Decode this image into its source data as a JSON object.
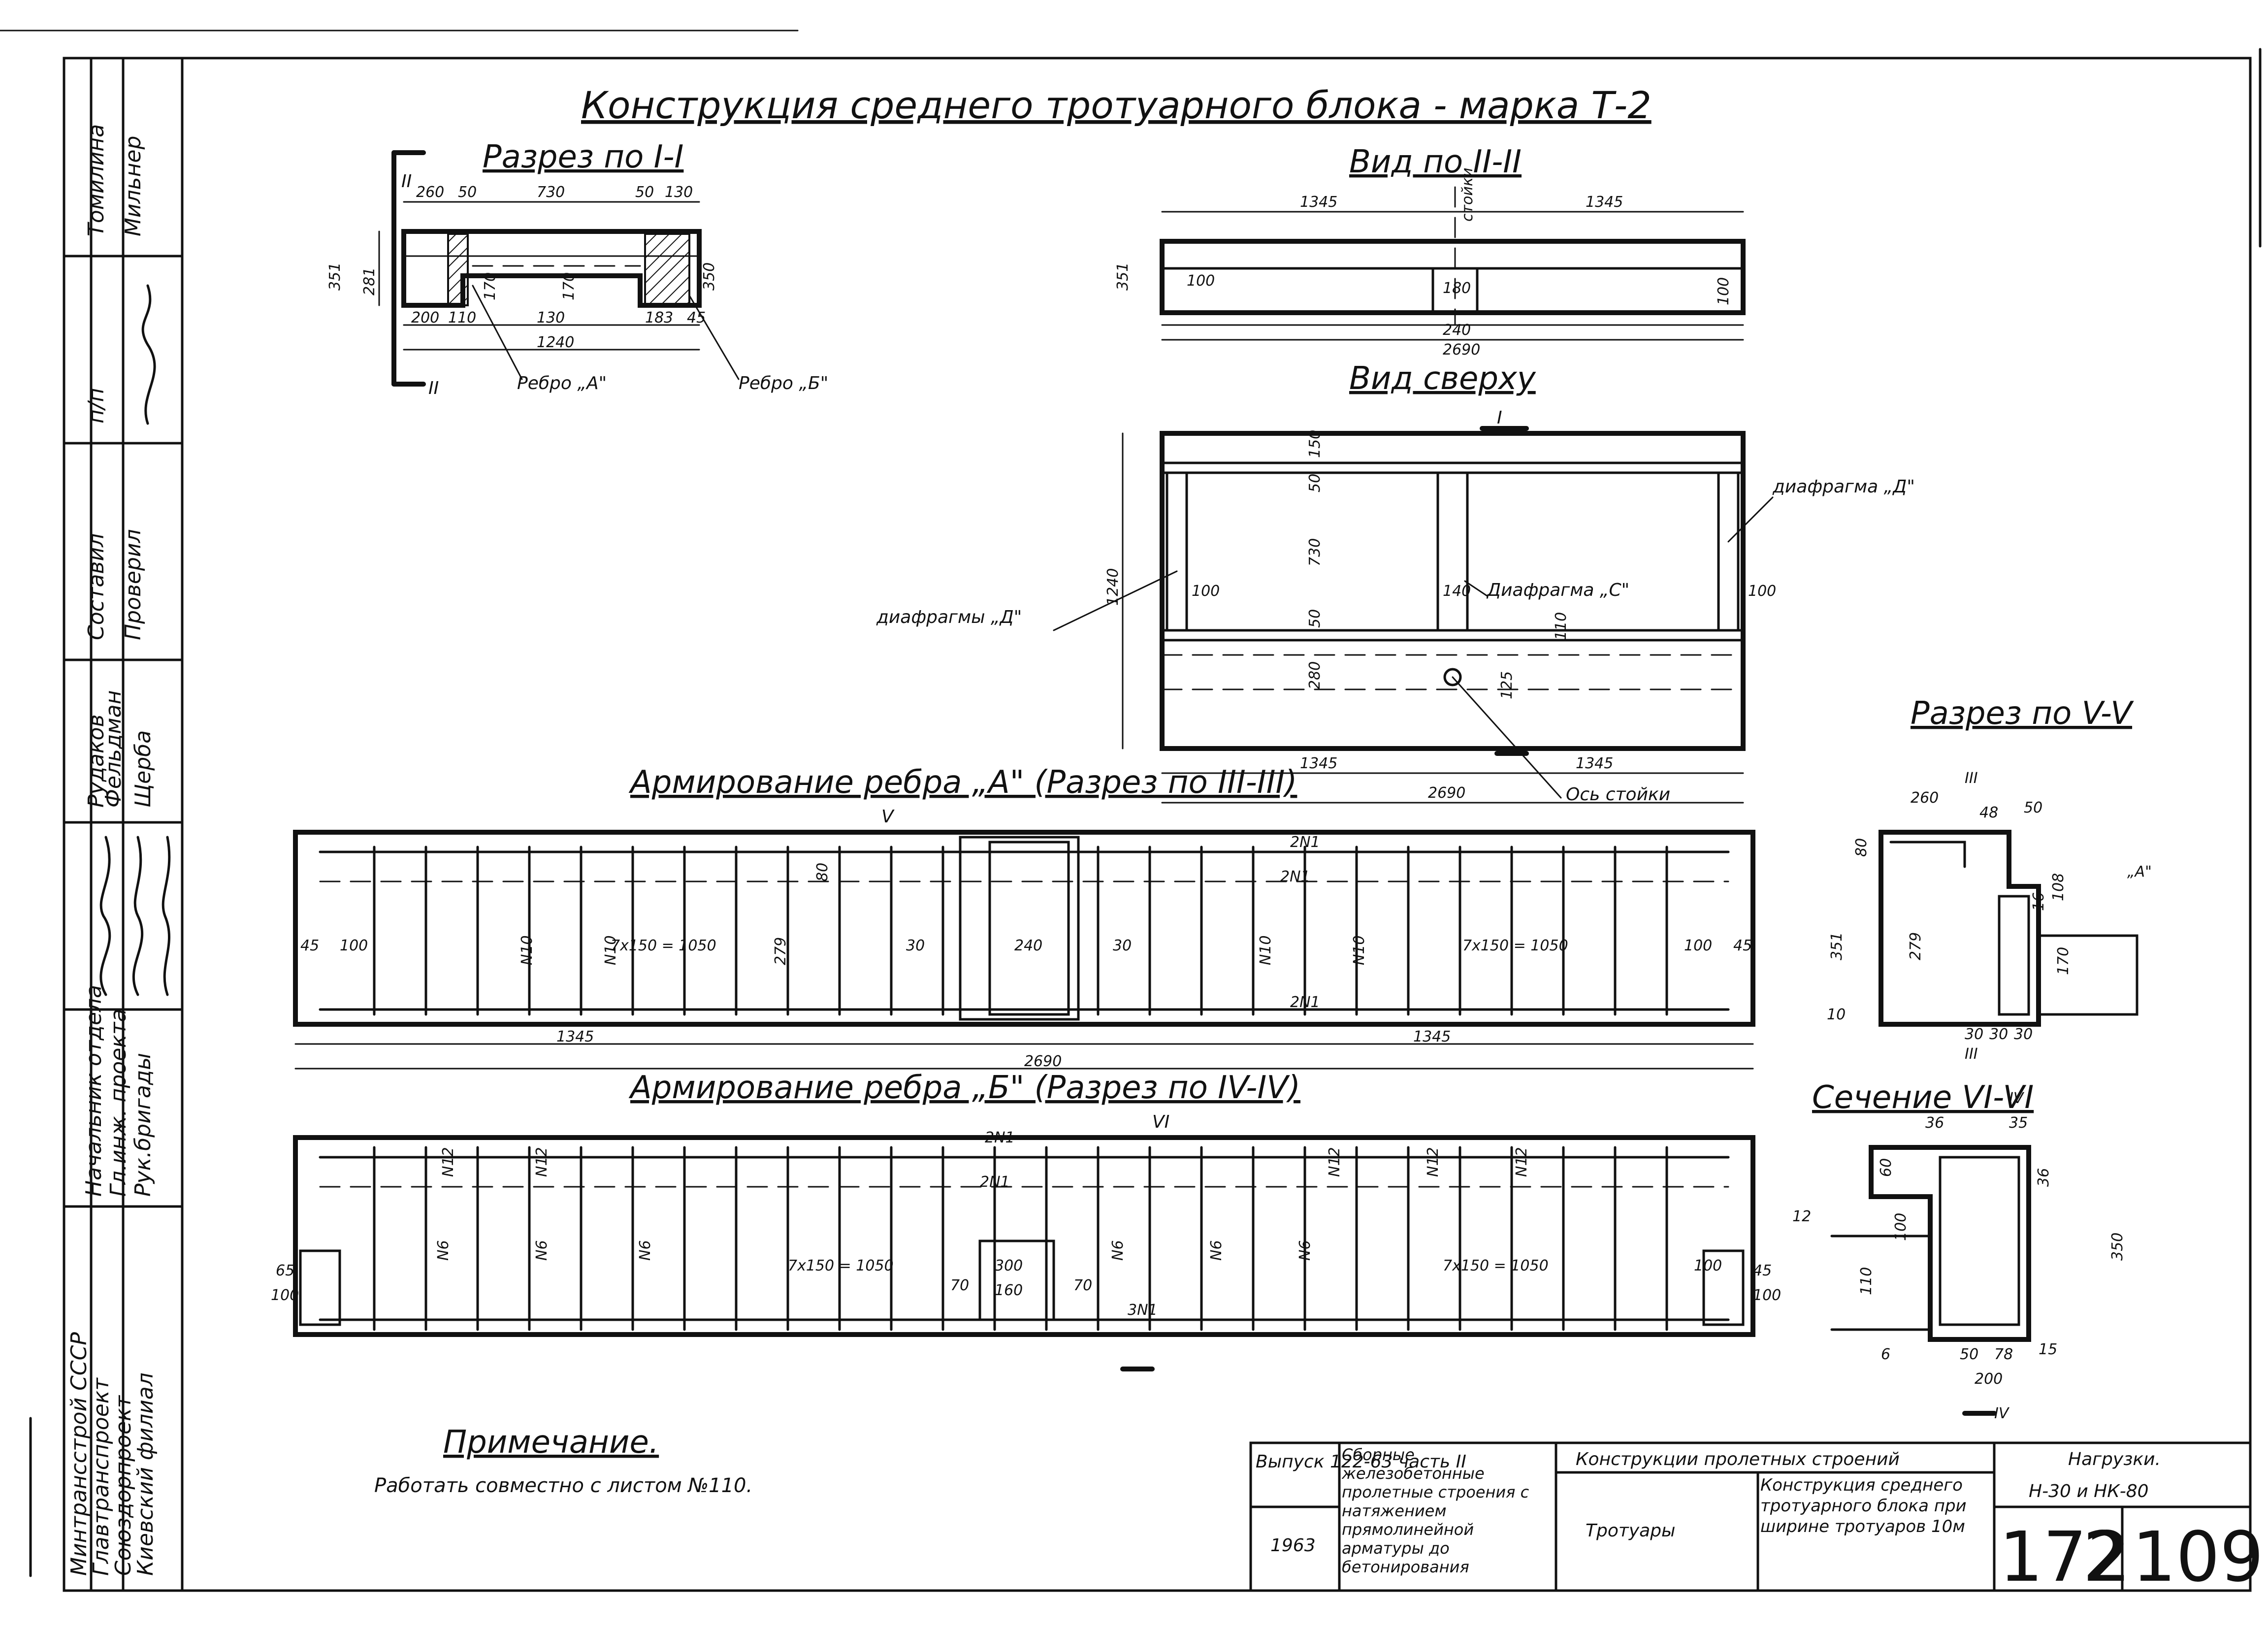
{
  "title": "Конструкция среднего тротуарного блока - марка Т-2",
  "views": {
    "section_1": {
      "title": "Разрез по I-I",
      "dims": [
        "260",
        "50",
        "730",
        "50",
        "130",
        "351",
        "281",
        "170",
        "170",
        "350",
        "200",
        "110",
        "130",
        "183",
        "45",
        "1240"
      ],
      "rib_a": "Ребро „A\"",
      "rib_b": "Ребро „Б\"",
      "marker_top": "II",
      "marker_bottom": "II"
    },
    "view_2": {
      "title": "Вид по II-II",
      "dims": [
        "1345",
        "1345",
        "стойки",
        "351",
        "100",
        "180",
        "240",
        "2690",
        "100"
      ]
    },
    "top_view": {
      "title": "Вид сверху",
      "diaphragm_d_right": "диафрагма „Д\"",
      "diaphragm_d_left": "диафрагмы „Д\"",
      "diaphragm_c": "Диафрагма „С\"",
      "post_axis": "Ось стойки",
      "dims": [
        "150",
        "50",
        "730",
        "50",
        "280",
        "1240",
        "100",
        "140",
        "100",
        "1345",
        "1345",
        "2690",
        "110",
        "125"
      ],
      "marker": "I"
    },
    "reinforce_a": {
      "title": "Армирование ребра „A\" (Разрез по III-III)",
      "labels": [
        "2N1",
        "2N1",
        "2N1",
        "N10",
        "N10",
        "N10",
        "N10",
        "7x150 = 1050",
        "7x150 = 1050",
        "45",
        "100",
        "30",
        "240",
        "30",
        "100",
        "45",
        "80",
        "279",
        "1345",
        "1345",
        "2690"
      ],
      "marker": "V"
    },
    "reinforce_b": {
      "title": "Армирование ребра „Б\" (Разрез по IV-IV)",
      "labels": [
        "2N1",
        "2N1",
        "N12",
        "N12",
        "N12",
        "N12",
        "N12",
        "N6",
        "N6",
        "N6",
        "N6",
        "N6",
        "N6",
        "7x150 = 1050",
        "7x150 = 1050",
        "3N1",
        "300",
        "70",
        "160",
        "70",
        "65",
        "100",
        "100",
        "45",
        "100"
      ],
      "marker": "VI"
    },
    "section_5": {
      "title": "Разрез по V-V",
      "labels": [
        "III",
        "260",
        "48",
        "50",
        "80",
        "351",
        "279",
        "170",
        "30",
        "30",
        "30",
        "„A\"",
        "10",
        "III",
        "16",
        "108"
      ]
    },
    "section_6": {
      "title": "Сечение VI-VI",
      "labels": [
        "IV",
        "36",
        "35",
        "60",
        "100",
        "110",
        "350",
        "36",
        "50",
        "78",
        "200",
        "15",
        "12",
        "6",
        "IV"
      ]
    }
  },
  "note": {
    "title": "Примечание.",
    "text": "Работать совместно с листом №110."
  },
  "side_block": {
    "rows": [
      [
        "Томилина",
        "Мильнер"
      ],
      [
        "п/п",
        ""
      ],
      [
        "Составил",
        "Проверил"
      ],
      [
        "Рудаков",
        "Фельдман",
        "Щерба"
      ],
      [
        "Начальник отдела",
        "Гл.инж. проекта",
        "Рук.бригады"
      ],
      [
        "Минтрансстрой СССР",
        "Главтранспроект",
        "Союздорпроект",
        "Киевский филиал"
      ]
    ]
  },
  "title_block": {
    "issue": "Выпуск 122-63 часть II",
    "year": "1963",
    "series": "Сборные железобетонные пролетные строения с натяжением прямолинейной арматуры до бетонирования",
    "section": "Конструкции пролетных строений",
    "subsection": "Тротуары",
    "sheet_name": "Конструкция среднего тротуарного блока при ширине тротуаров 10м",
    "loads_label": "Нагрузки.",
    "loads": "Н-30 и НК-80",
    "code_a": "172",
    "code_b": "2",
    "sheet_no": "109"
  }
}
